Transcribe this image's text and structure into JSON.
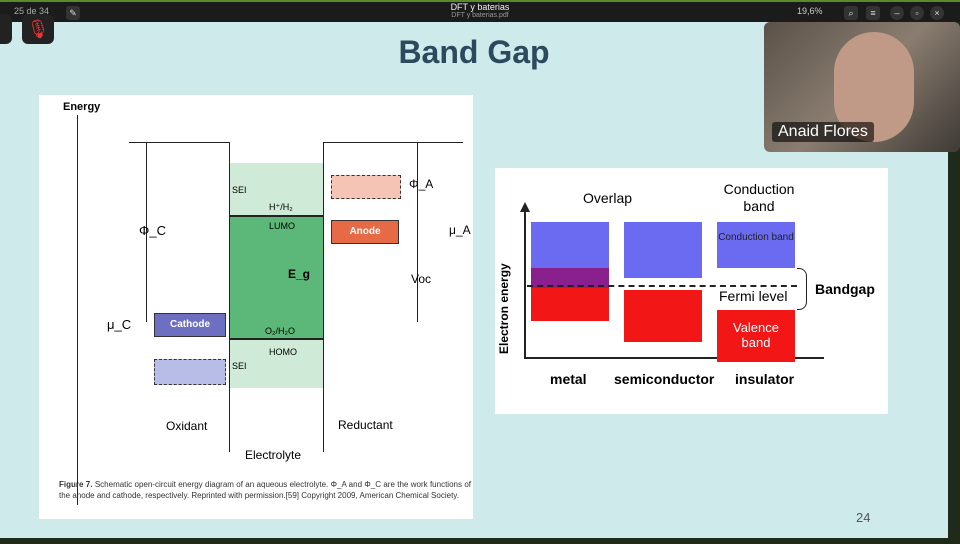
{
  "viewer": {
    "page_indicator": "25 de 34",
    "title": "DFT y baterias",
    "filename": "DFT y baterias.pdf",
    "zoom": "19,6%"
  },
  "slide": {
    "title": "Band Gap",
    "page_number": "24"
  },
  "participant": {
    "name": "Anaid Flores"
  },
  "figure1": {
    "energy": "Energy",
    "phi_c": "Φ_C",
    "mu_c": "μ_C",
    "cathode": "Cathode",
    "sei_top": "SEI",
    "sei_bottom": "SEI",
    "h_h2": "H⁺/H₂",
    "lumo": "LUMO",
    "eg": "E_g",
    "o2_h2o": "O₂/H₂O",
    "homo": "HOMO",
    "phi_a": "Φ_A",
    "anode": "Anode",
    "mu_a": "μ_A",
    "voc": "Voc",
    "oxidant": "Oxidant",
    "electrolyte": "Electrolyte",
    "reductant": "Reductant",
    "caption_lead": "Figure 7.",
    "caption": "Schematic open-circuit energy diagram of an aqueous electrolyte. Φ_A and Φ_C are the work functions of the anode and cathode, respectively. Reprinted with permission.[59] Copyright 2009, American Chemical Society."
  },
  "figure2": {
    "overlap": "Overlap",
    "conduction_band_title": "Conduction band",
    "conduction_band_box": "Conduction band",
    "bandgap": "Bandgap",
    "fermi_level": "Fermi level",
    "valence_band": "Valence band",
    "y_axis": "Electron energy",
    "metal": "metal",
    "semiconductor": "semiconductor",
    "insulator": "insulator"
  }
}
